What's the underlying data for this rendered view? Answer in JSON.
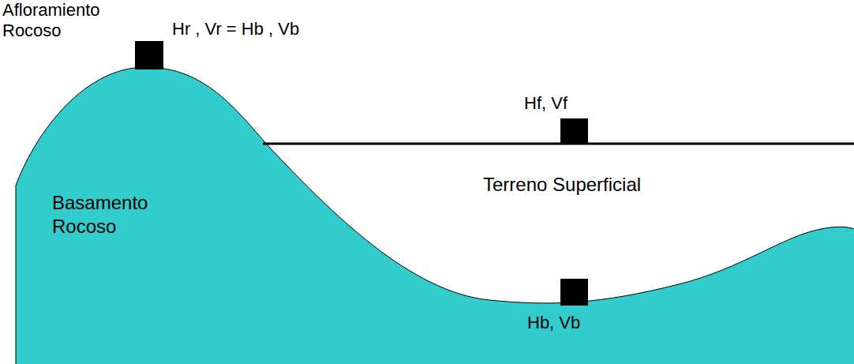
{
  "diagram": {
    "labels": [
      "Afloramiento Rocoso",
      "Hr , Vr = Hb , Vb",
      "Hf, Vf",
      "Terreno Superficial",
      "Basamento Rocoso",
      "Hb, Vb"
    ]
  }
}
